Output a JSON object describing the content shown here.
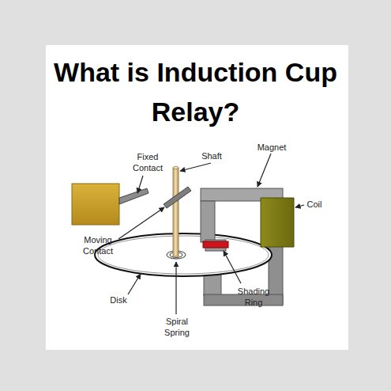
{
  "diagram": {
    "title": "What is Induction Cup Relay?",
    "labels": [
      "Fixed Contact",
      "Shaft",
      "Magnet",
      "Coil",
      "Moving Contact",
      "Disk",
      "Spiral Spring",
      "Shading Ring"
    ]
  }
}
